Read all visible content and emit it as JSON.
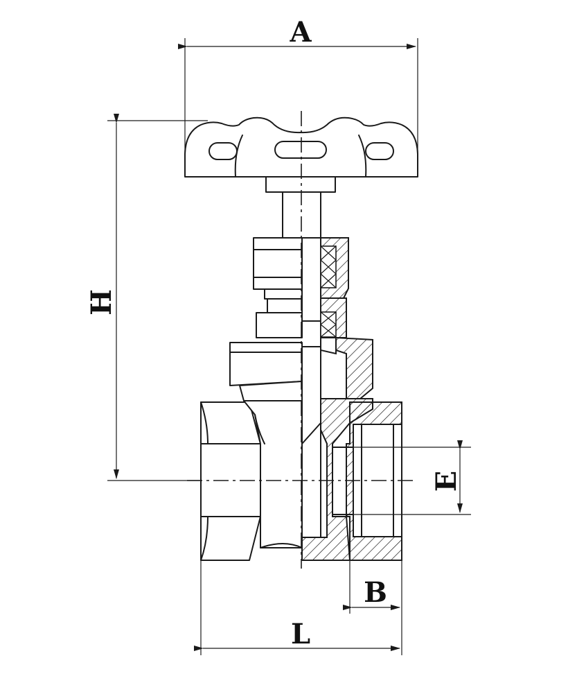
{
  "dimensions": {
    "A": "A",
    "H": "H",
    "E": "E",
    "B": "B",
    "L": "L"
  },
  "colors": {
    "line": "#1a1a1a",
    "background": "#ffffff"
  }
}
